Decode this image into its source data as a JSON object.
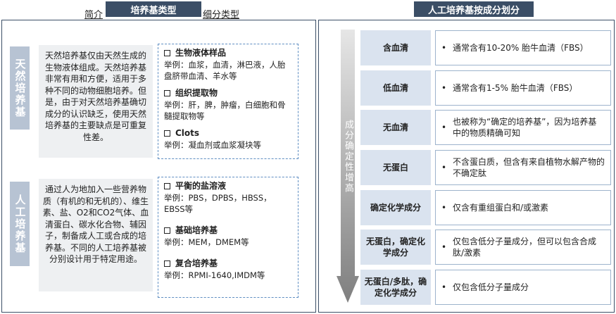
{
  "left": {
    "title": "培养基类型",
    "intro_header": "简介",
    "sub_header": "细分类型",
    "natural": {
      "label": "天然培养基",
      "intro": "天然培养基仅由天然生成的生物液体组成。天然培养基非常有用和方便，适用于多种不同的动物细胞培养。但是，由于对天然培养基确切成分的认识缺乏，使用天然培养基的主要缺点是可重复性差。",
      "items": [
        {
          "title": "生物液体样品",
          "example": "举例：血浆，血清，淋巴液，人胎盘脐带血清、羊水等"
        },
        {
          "title": "组织提取物",
          "example": "举例：肝，脾，肿瘤，白细胞和骨髓提取物等"
        },
        {
          "title": "Clots",
          "example": "举例：凝血剂或血浆凝块等"
        }
      ]
    },
    "artificial": {
      "label": "人工培养基",
      "intro": "通过人为地加入一些营养物质（有机的和无机的）、维生素、盐、O2和CO2气体、血清蛋白、碳水化合物、辅因子，制备成人工或合成的培养基。不同的人工培养基被分别设计用于特定用途。",
      "items": [
        {
          "title": "平衡的盐溶液",
          "example": "举例：PBS，DPBS，HBSS，EBSS等"
        },
        {
          "title": "基础培养基",
          "example": "举例：MEM，DMEM等"
        },
        {
          "title": "复合培养基",
          "example": "举例：RPMI-1640,IMDM等"
        }
      ]
    }
  },
  "right": {
    "title": "人工培养基按成分划分",
    "axis_label": "成分确定性增高",
    "levels": [
      {
        "name": "含血清",
        "desc": "通常含有10-20% 胎牛血清（FBS）"
      },
      {
        "name": "低血清",
        "desc": "通常含有1-5% 胎牛血清（FBS）"
      },
      {
        "name": "无血清",
        "desc": "也被称为“确定的培养基”，因为培养基中的物质精确可知"
      },
      {
        "name": "无蛋白",
        "desc": "不含蛋白质，但含有来自植物水解产物的不确定肽"
      },
      {
        "name": "确定化学成分",
        "desc": "仅含有重组蛋白和/或激素"
      },
      {
        "name": "无蛋白，确定化学成分",
        "desc": "仅包含低分子量成分，但可以包含合成肽/激素"
      },
      {
        "name": "无蛋白/多肽，确定化学成分",
        "desc": "仅包含低分子量成分"
      }
    ]
  },
  "colors": {
    "header_bg": "#3b4e66",
    "side_label_bg": "#b7c3d3",
    "level_bg": "#dae3ef",
    "arrow_gradient": [
      "#e6e6e6",
      "#7f7f7f"
    ],
    "dashed_border": "#5f8ec2"
  }
}
